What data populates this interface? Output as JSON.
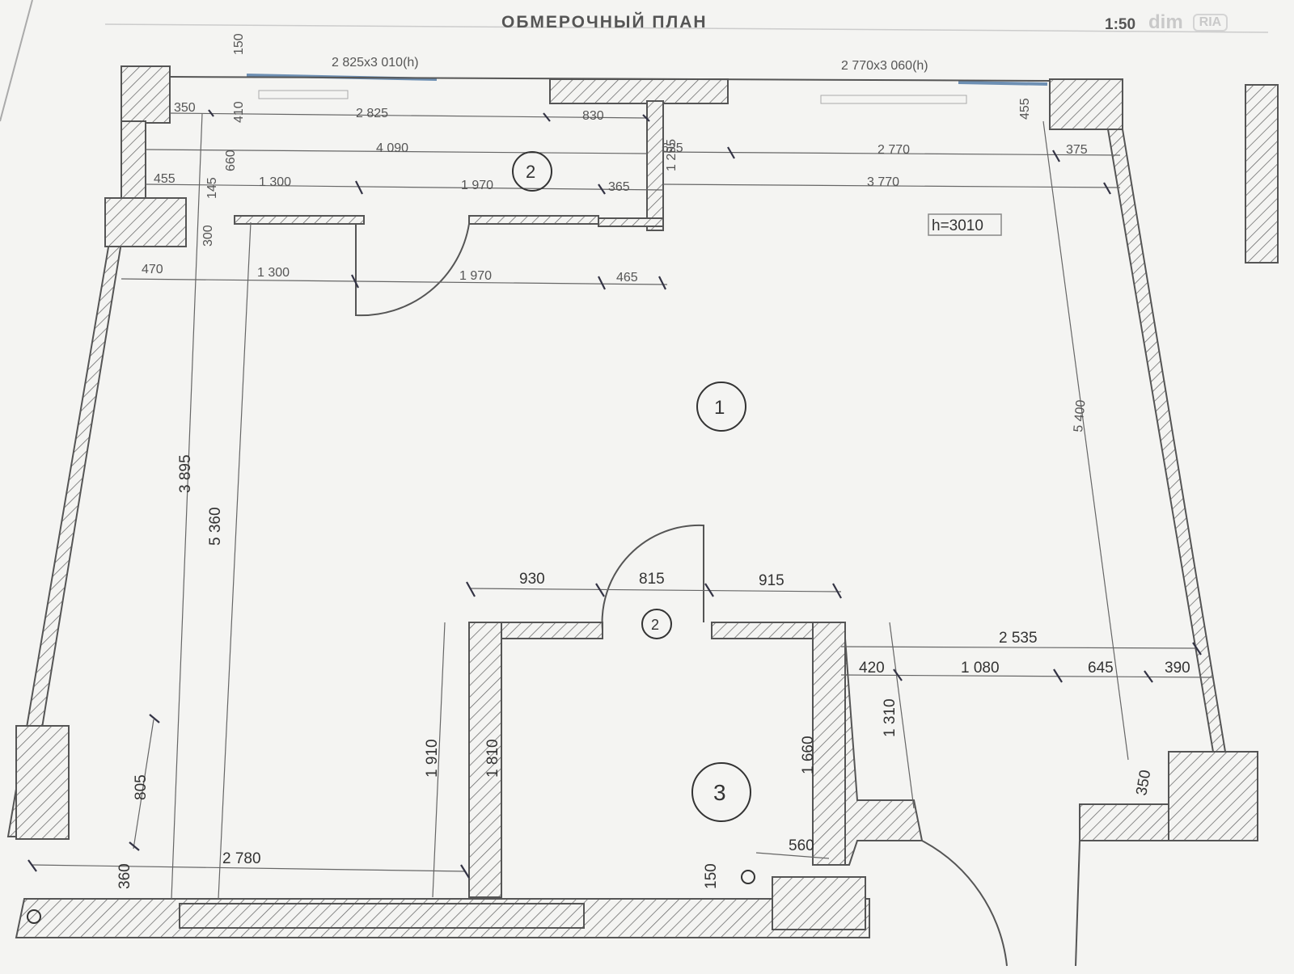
{
  "header": {
    "title": "ОБМЕРОЧНЫЙ ПЛАН",
    "scale": "1:50",
    "watermark_brand": "dim",
    "watermark_logo": "RIA"
  },
  "windows": {
    "left": "2 825x3 010(h)",
    "right": "2 770x3 060(h)"
  },
  "ceiling_height": "h=3010",
  "rooms": {
    "main": "1",
    "loggia": "2",
    "entry": "2",
    "bath": "3"
  },
  "dimensions": {
    "top_150": "150",
    "top_350": "350",
    "top_410": "410",
    "top_2825": "2 825",
    "top_830": "830",
    "top_4090": "4 090",
    "top_660": "660",
    "top_455a": "455",
    "top_1300a": "1 300",
    "top_1970a": "1 970",
    "top_145": "145",
    "top_365": "365",
    "top_300": "300",
    "top_470": "470",
    "top_1300b": "1 300",
    "top_1970b": "1 970",
    "top_465": "465",
    "top_1295": "1 295",
    "top_625": "625",
    "top_2770": "2 770",
    "top_375": "375",
    "top_3770": "3 770",
    "top_455b": "455",
    "right_5400": "5 400",
    "left_3895": "3 895",
    "left_5360": "5 360",
    "left_805": "805",
    "left_360": "360",
    "bottom_2780": "2 780",
    "bath_930": "930",
    "bath_815": "815",
    "bath_915": "915",
    "bath_1910": "1 910",
    "bath_1810": "1 810",
    "bath_1660": "1 660",
    "bath_1310": "1 310",
    "bath_150": "150",
    "bath_560": "560",
    "mid_2535": "2 535",
    "mid_420": "420",
    "mid_1080": "1 080",
    "mid_645": "645",
    "mid_390": "390",
    "mid_350": "350"
  }
}
